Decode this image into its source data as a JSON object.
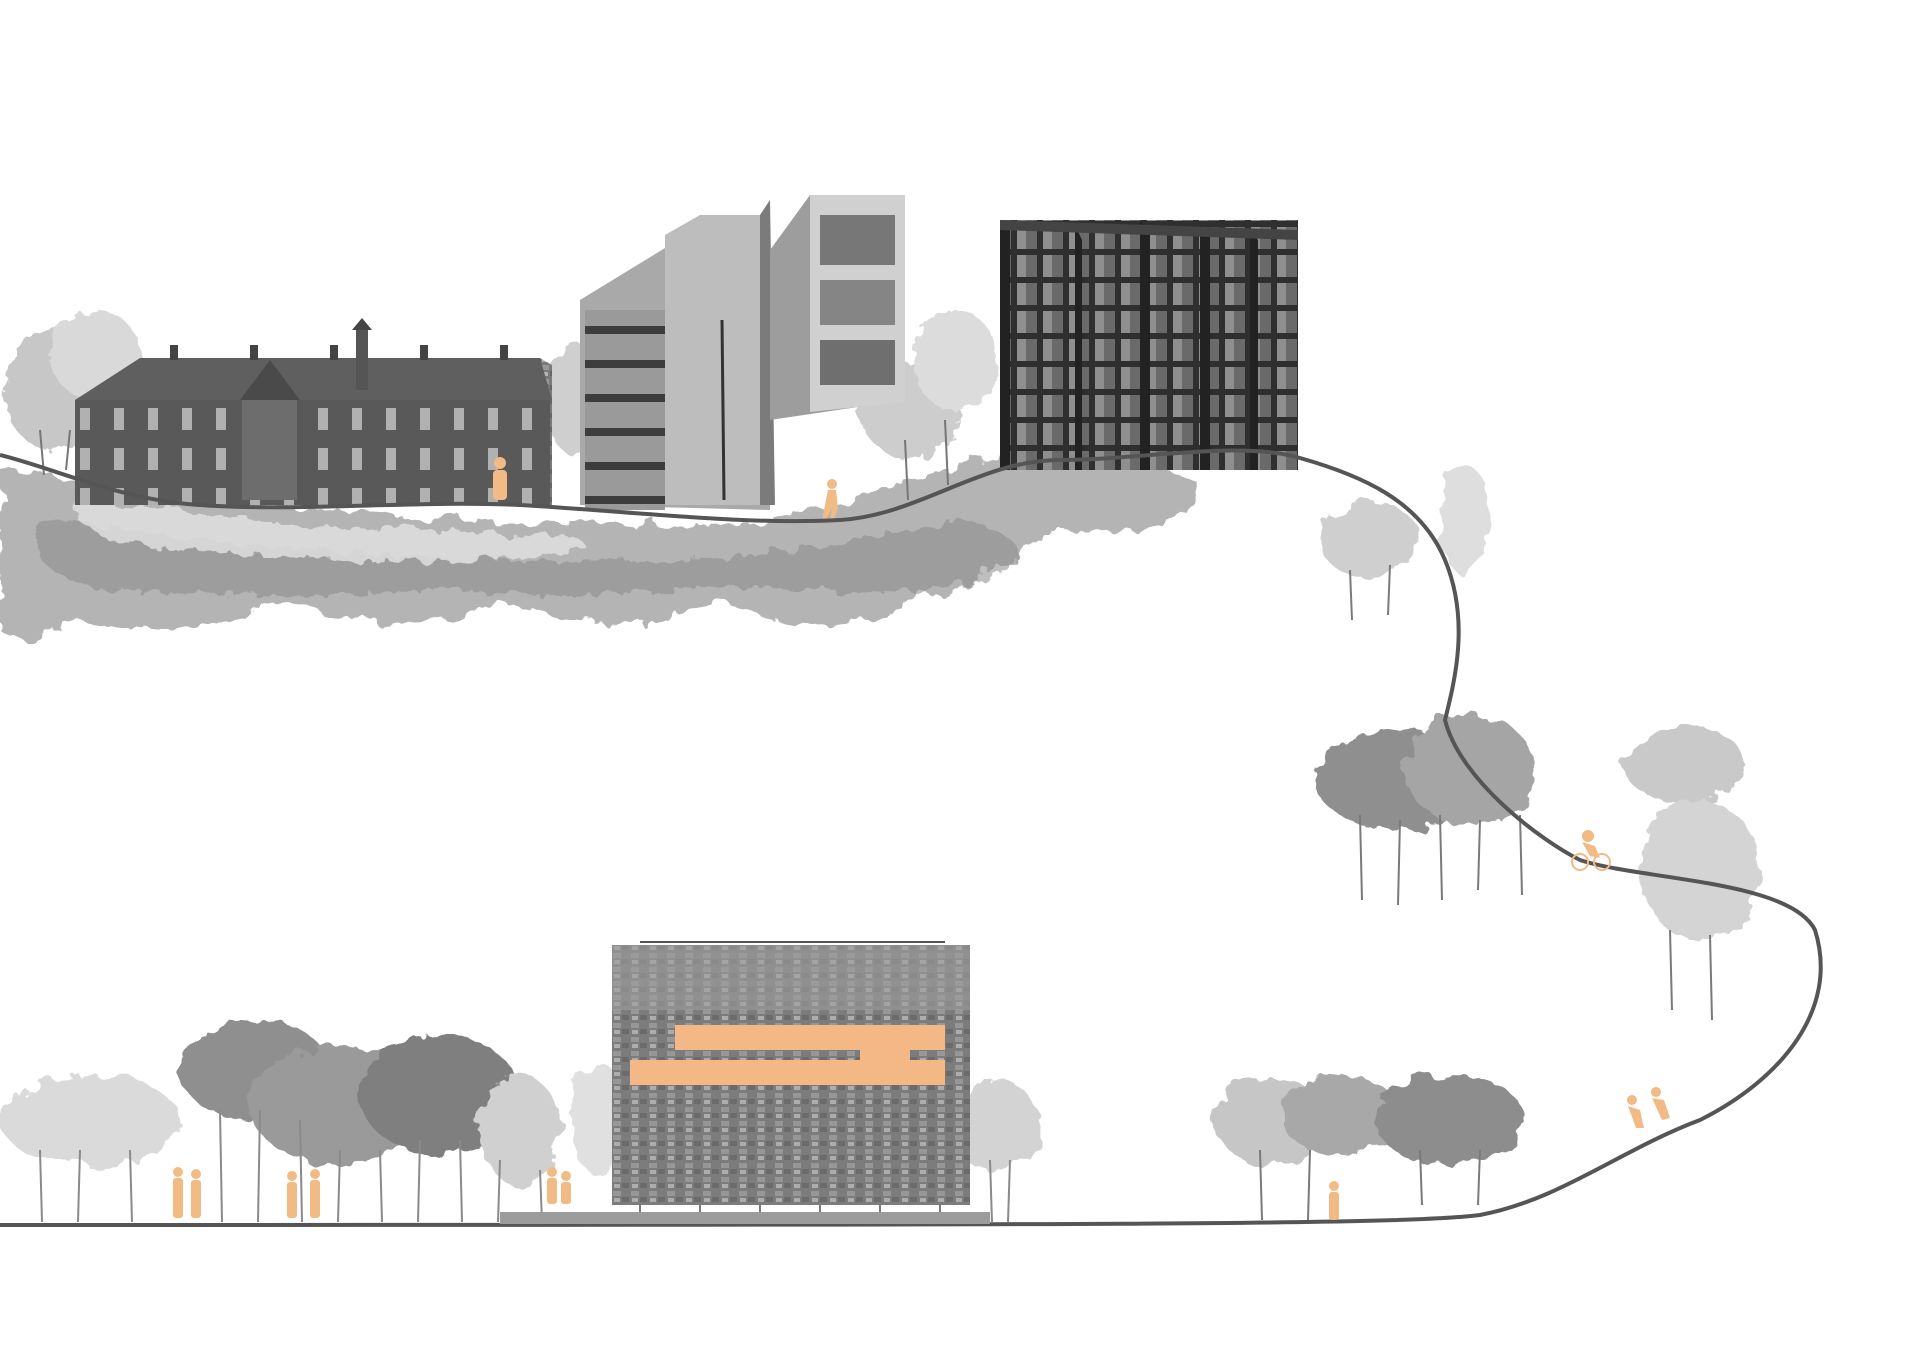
{
  "scene": {
    "kind": "architectural-section-collage",
    "palette": {
      "background": "#ffffff",
      "path": "#555555",
      "figures": "#f2bb86",
      "highlight_band": "#f4b886",
      "tree_dark": "#8e8e8e",
      "tree_light": "#d8d8d8",
      "building_dark": "#4a4a4a",
      "building_mid": "#8a8a8a",
      "building_light": "#b9b9b9"
    },
    "elements": [
      {
        "name": "historic-manor-building"
      },
      {
        "name": "concrete-office-building"
      },
      {
        "name": "tall-glass-tower"
      },
      {
        "name": "new-building-with-orange-band"
      },
      {
        "name": "winding-path"
      }
    ]
  }
}
